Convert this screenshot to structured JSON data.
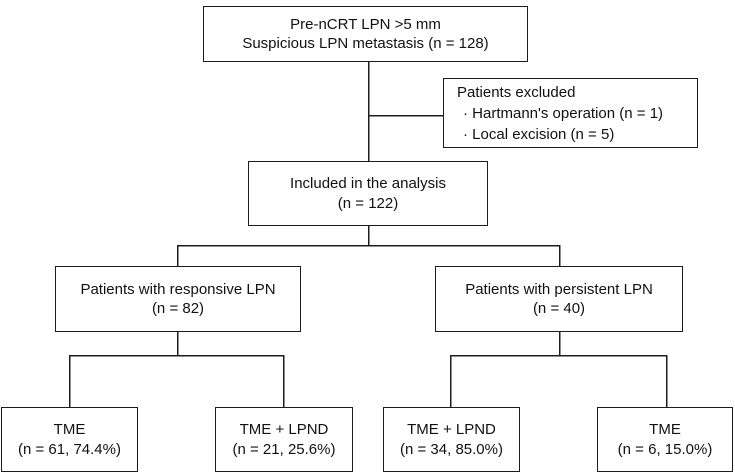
{
  "figure": {
    "type": "flowchart",
    "background_color": "#ffffff",
    "line_color": "#1c1c1c",
    "text_color": "#111111"
  },
  "boxes": {
    "pre_ncrt": {
      "line1": "Pre-nCRT LPN >5 mm",
      "line2": "Suspicious LPN metastasis (n = 128)"
    },
    "excluded": {
      "line1": "Patients excluded",
      "line2": "· Hartmann's operation (n = 1)",
      "line3": "· Local excision (n = 5)"
    },
    "included": {
      "line1": "Included in the analysis",
      "line2": "(n = 122)"
    },
    "responsive": {
      "line1": "Patients with responsive LPN",
      "line2": "(n = 82)"
    },
    "persistent": {
      "line1": "Patients with persistent LPN",
      "line2": "(n = 40)"
    },
    "tme_responsive": {
      "line1": "TME",
      "line2": "(n = 61, 74.4%)"
    },
    "tme_lpnd_responsive": {
      "line1": "TME + LPND",
      "line2": "(n = 21, 25.6%)"
    },
    "tme_lpnd_persistent": {
      "line1": "TME + LPND",
      "line2": "(n = 34, 85.0%)"
    },
    "tme_persistent": {
      "line1": "TME",
      "line2": "(n = 6, 15.0%)"
    }
  }
}
